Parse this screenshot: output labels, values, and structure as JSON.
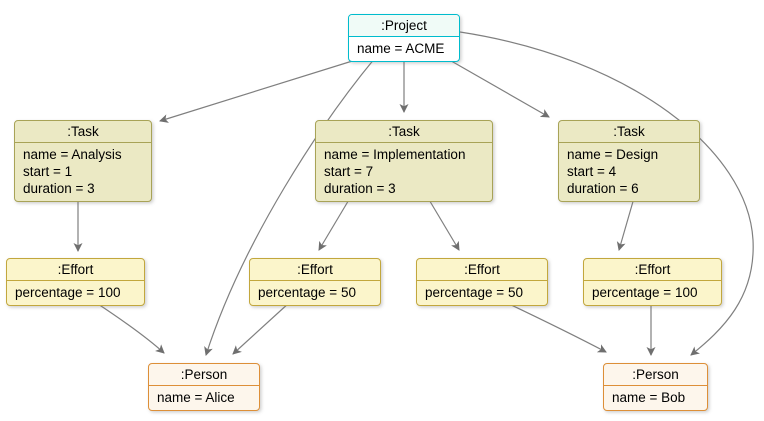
{
  "diagram": {
    "kind": "uml-object-diagram",
    "background": "#ffffff",
    "arrow_color": "#7f7f7f",
    "palette": {
      "project_border": "#00bccd",
      "project_fill": "#f0fbf7",
      "task_border": "#a8a357",
      "task_fill": "#ebe9c4",
      "effort_border": "#c2a73d",
      "effort_fill": "#fbf5cb",
      "person_border": "#dd8f38",
      "person_fill": "#fdf6ec"
    },
    "nodes": {
      "project": {
        "title": ":Project",
        "attributes": [
          "name = ACME"
        ]
      },
      "task_analysis": {
        "title": ":Task",
        "attributes": [
          "name = Analysis",
          "start = 1",
          "duration = 3"
        ]
      },
      "task_implementation": {
        "title": ":Task",
        "attributes": [
          "name = Implementation",
          "start = 7",
          "duration = 3"
        ]
      },
      "task_design": {
        "title": ":Task",
        "attributes": [
          "name = Design",
          "start = 4",
          "duration = 6"
        ]
      },
      "effort_analysis": {
        "title": ":Effort",
        "attributes": [
          "percentage = 100"
        ]
      },
      "effort_impl_1": {
        "title": ":Effort",
        "attributes": [
          "percentage = 50"
        ]
      },
      "effort_impl_2": {
        "title": ":Effort",
        "attributes": [
          "percentage = 50"
        ]
      },
      "effort_design": {
        "title": ":Effort",
        "attributes": [
          "percentage = 100"
        ]
      },
      "person_alice": {
        "title": ":Person",
        "attributes": [
          "name = Alice"
        ]
      },
      "person_bob": {
        "title": ":Person",
        "attributes": [
          "name = Bob"
        ]
      }
    },
    "edges": [
      {
        "from": "project",
        "to": "task_analysis"
      },
      {
        "from": "project",
        "to": "task_implementation"
      },
      {
        "from": "project",
        "to": "task_design"
      },
      {
        "from": "project",
        "to": "person_alice"
      },
      {
        "from": "project",
        "to": "person_bob"
      },
      {
        "from": "task_analysis",
        "to": "effort_analysis"
      },
      {
        "from": "task_implementation",
        "to": "effort_impl_1"
      },
      {
        "from": "task_implementation",
        "to": "effort_impl_2"
      },
      {
        "from": "task_design",
        "to": "effort_design"
      },
      {
        "from": "effort_analysis",
        "to": "person_alice"
      },
      {
        "from": "effort_impl_1",
        "to": "person_alice"
      },
      {
        "from": "effort_impl_2",
        "to": "person_bob"
      },
      {
        "from": "effort_design",
        "to": "person_bob"
      }
    ]
  }
}
